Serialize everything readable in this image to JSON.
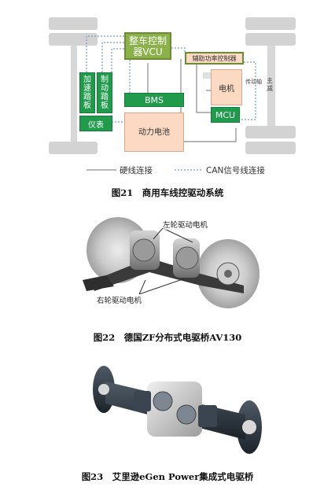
{
  "figure21": {
    "vcu_label": "整车控制器VCU",
    "aux_controller": "辅助功率控制器",
    "accel_pedal": "加速踏板",
    "brake_pedal": "制动踏板",
    "instrument": "仪表",
    "bms": "BMS",
    "battery": "动力电池",
    "motor": "电机",
    "mcu": "MCU",
    "drive_shaft": "传动轴",
    "main_reducer": "主减",
    "legend_hard": "硬线连接",
    "legend_can": "CAN信号线连接",
    "caption": "图21　商用车线控驱动系统"
  },
  "figure22": {
    "left_motor": "左轮驱动电机",
    "right_motor": "右轮驱动电机",
    "caption": "图22　德国ZF分布式电驱桥AV130"
  },
  "figure23": {
    "caption": "图23　艾里逊eGen Power集成式电驱桥"
  },
  "colors": {
    "green": "#1f9b4b",
    "olive": "#8bb24a",
    "peach": "#fbd9c2",
    "wheel": "#d3d3d3"
  }
}
